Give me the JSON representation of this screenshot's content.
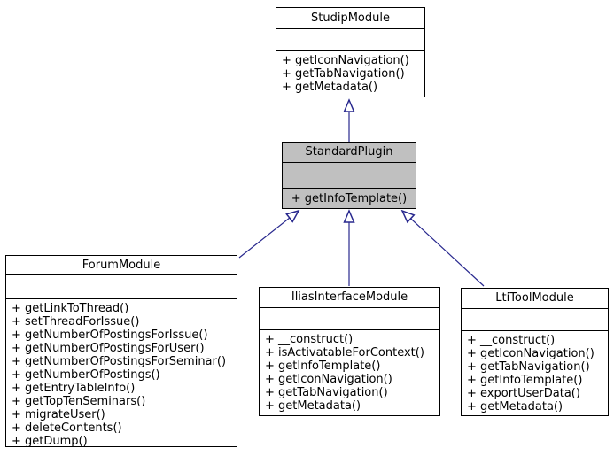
{
  "diagram": {
    "type": "uml-class-inheritance-graph",
    "colors": {
      "arrow": "#28288e",
      "highlighted_node_fill": "#c0c0c0",
      "node_fill": "#ffffff",
      "border": "#000000",
      "text": "#000000"
    },
    "classes": [
      {
        "id": "studip-module",
        "name": "StudipModule",
        "attributes": [],
        "methods": [
          "+ getIconNavigation()",
          "+ getTabNavigation()",
          "+ getMetadata()"
        ]
      },
      {
        "id": "standard-plugin",
        "name": "StandardPlugin",
        "attributes": [],
        "methods": [
          "+ getInfoTemplate()"
        ]
      },
      {
        "id": "forum-module",
        "name": "ForumModule",
        "attributes": [],
        "methods": [
          "+ getLinkToThread()",
          "+ setThreadForIssue()",
          "+ getNumberOfPostingsForIssue()",
          "+ getNumberOfPostingsForUser()",
          "+ getNumberOfPostingsForSeminar()",
          "+ getNumberOfPostings()",
          "+ getEntryTableInfo()",
          "+ getTopTenSeminars()",
          "+ migrateUser()",
          "+ deleteContents()",
          "+ getDump()"
        ]
      },
      {
        "id": "ilias-interface-module",
        "name": "IliasInterfaceModule",
        "attributes": [],
        "methods": [
          "+ __construct()",
          "+ isActivatableForContext()",
          "+ getInfoTemplate()",
          "+ getIconNavigation()",
          "+ getTabNavigation()",
          "+ getMetadata()"
        ]
      },
      {
        "id": "lti-tool-module",
        "name": "LtiToolModule",
        "attributes": [],
        "methods": [
          "+ __construct()",
          "+ getIconNavigation()",
          "+ getTabNavigation()",
          "+ getInfoTemplate()",
          "+ exportUserData()",
          "+ getMetadata()"
        ]
      }
    ],
    "relations": [
      {
        "type": "inheritance",
        "from": "StandardPlugin",
        "to": "StudipModule"
      },
      {
        "type": "inheritance",
        "from": "ForumModule",
        "to": "StandardPlugin"
      },
      {
        "type": "inheritance",
        "from": "IliasInterfaceModule",
        "to": "StandardPlugin"
      },
      {
        "type": "inheritance",
        "from": "LtiToolModule",
        "to": "StandardPlugin"
      }
    ]
  }
}
